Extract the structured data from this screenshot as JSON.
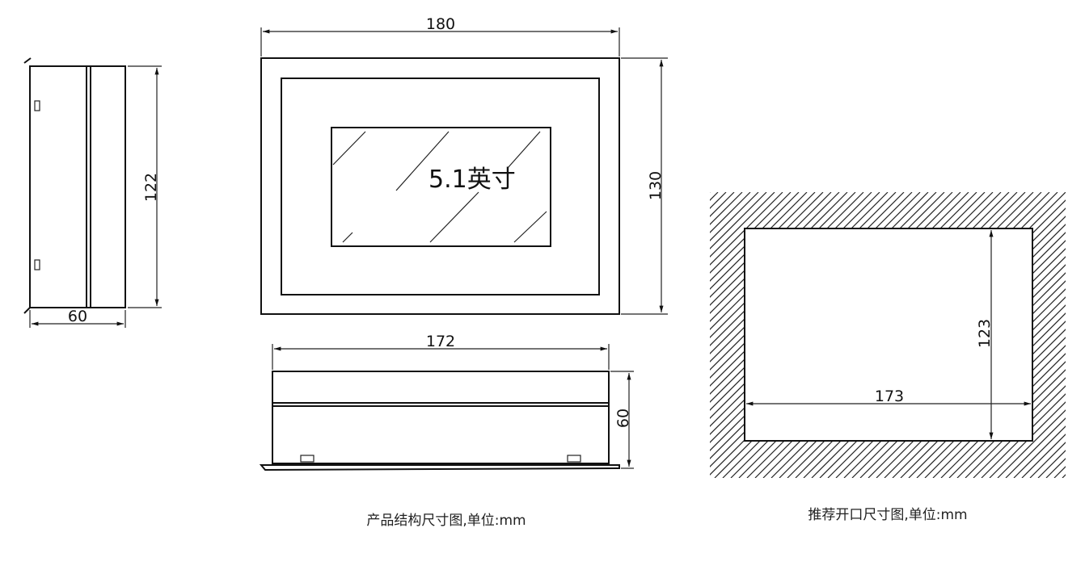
{
  "side_view": {
    "height_label": "122",
    "depth_label": "60"
  },
  "front_view": {
    "width_label": "180",
    "height_label": "130",
    "screen_label": "5.1英寸"
  },
  "bottom_view": {
    "width_label": "172",
    "depth_label": "60"
  },
  "cutout_view": {
    "width_label": "173",
    "height_label": "123"
  },
  "captions": {
    "product": "产品结构尺寸图,单位:mm",
    "cutout": "推荐开口尺寸图,单位:mm"
  }
}
